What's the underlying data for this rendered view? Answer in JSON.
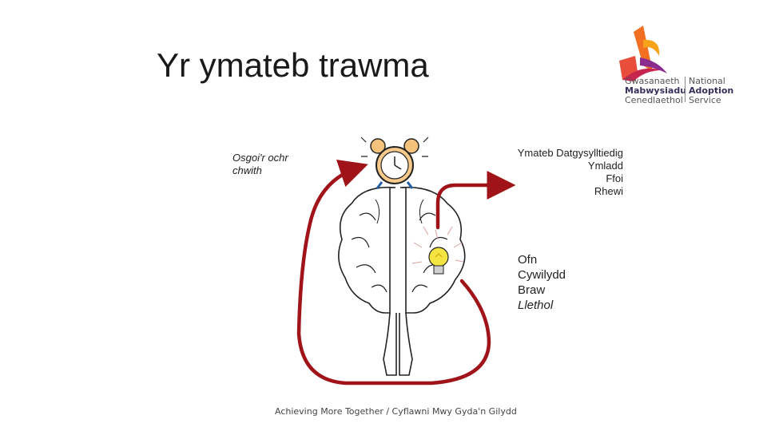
{
  "slide": {
    "title": "Yr ymateb trawma",
    "footer": "Achieving More Together / Cyflawni Mwy Gyda'n Gilydd"
  },
  "logo": {
    "cy_line1": "Gwasanaeth",
    "cy_line2": "Mabwysiadu",
    "cy_line3": "Cenedlaethol",
    "en_line1": "National",
    "en_line2": "Adoption",
    "en_line3": "Service",
    "colors": {
      "orange": "#f36f21",
      "magenta": "#c7254e",
      "purple": "#3a2f5c"
    }
  },
  "left_note": {
    "line1": "Osgoi'r ochr",
    "line2": "chwith"
  },
  "responses": {
    "line1": "Ymateb Datgysylltiedig",
    "line2": "Ymladd",
    "line3": "Ffoi",
    "line4": "Rhewi"
  },
  "feelings": {
    "item1": "Ofn",
    "item2": "Cywilydd",
    "item3": "Braw",
    "item4": "Llethol"
  },
  "colors": {
    "arrow": "#a01318",
    "bulb": "#f4e442"
  },
  "icons": [
    "alarm-clock-icon",
    "brain-icon",
    "lightbulb-icon"
  ]
}
